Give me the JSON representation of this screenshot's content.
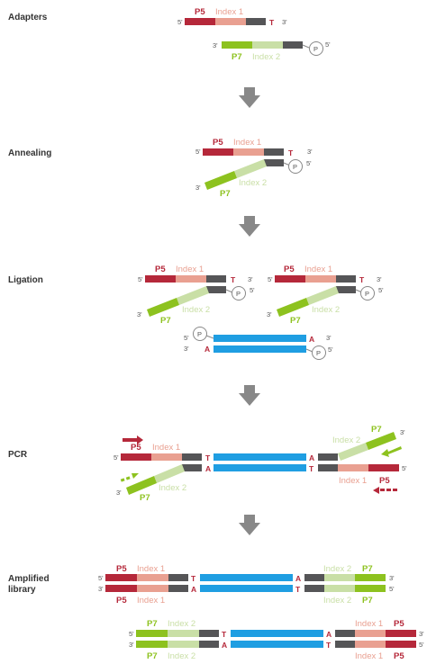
{
  "stages": {
    "adapters": "Adapters",
    "annealing": "Annealing",
    "ligation": "Ligation",
    "pcr": "PCR",
    "amplified_1": "Amplified",
    "amplified_2": "library"
  },
  "labels": {
    "p5": "P5",
    "p7": "P7",
    "index1": "Index 1",
    "index2": "Index 2",
    "five": "5'",
    "three": "3'",
    "p": "P",
    "t": "T",
    "a": "A"
  },
  "colors": {
    "p5_red": "#b5283a",
    "index1_salmon": "#e9a091",
    "p7_green": "#8dc21f",
    "index2_lightgreen": "#c9dfa6",
    "linker_gray": "#555557",
    "insert_blue": "#1f9ee2",
    "arrow_gray": "#888888"
  }
}
